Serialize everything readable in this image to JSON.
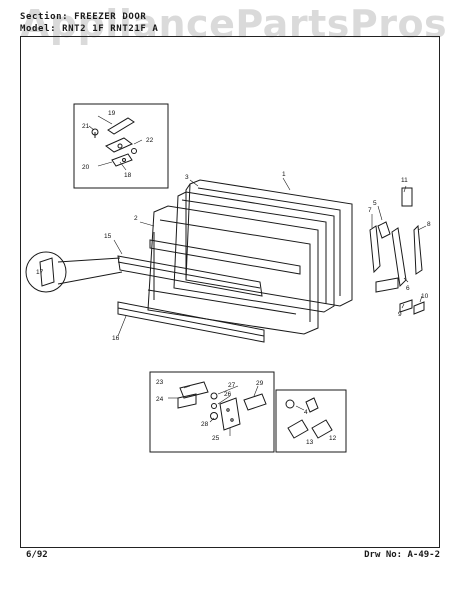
{
  "header": {
    "section_line": "Section:  FREEZER  DOOR",
    "model_line": "Model:  RNT2 1F  RNT21F A"
  },
  "watermark": "AppliancePartsPros.com",
  "footer": {
    "date": "6/92",
    "drawing_no": "Drw No:  A-49-2"
  },
  "callouts": {
    "c1": "1",
    "c2": "2",
    "c3": "3",
    "c4": "4",
    "c5": "5",
    "c6": "6",
    "c7": "7",
    "c8": "8",
    "c9": "9",
    "c10": "10",
    "c11": "11",
    "c12": "12",
    "c13": "13",
    "c15": "15",
    "c16": "16",
    "c17": "17",
    "c18": "18",
    "c19": "19",
    "c20": "20",
    "c21": "21",
    "c22": "22",
    "c23": "23",
    "c24": "24",
    "c25": "25",
    "c26": "26",
    "c27": "27",
    "c28": "28",
    "c29": "29"
  },
  "colors": {
    "line": "#1a1a1a",
    "paper": "#ffffff"
  }
}
